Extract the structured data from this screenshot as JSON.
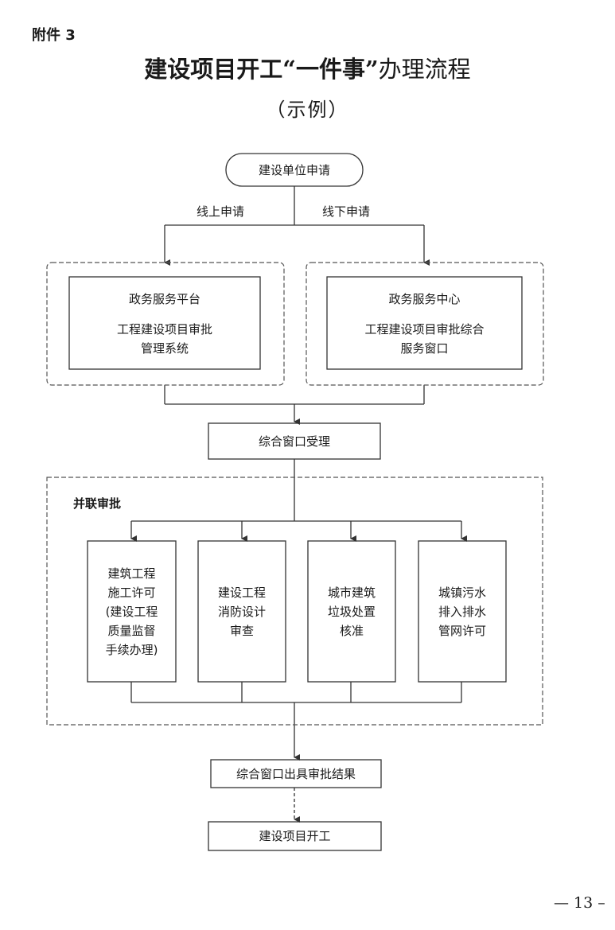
{
  "header": {
    "attachment_label": "附件 3",
    "title_bold": "建设项目开工“一件事”",
    "title_regular": "办理流程",
    "subtitle": "（示例）"
  },
  "flow": {
    "start": "建设单位申请",
    "branch_online": "线上申请",
    "branch_offline": "线下申请",
    "online_box": {
      "line1": "政务服务平台",
      "line2": "工程建设项目审批",
      "line3": "管理系统"
    },
    "offline_box": {
      "line1": "政务服务中心",
      "line2": "工程建设项目审批综合",
      "line3": "服务窗口"
    },
    "accept": "综合窗口受理",
    "parallel_label": "并联审批",
    "parallel_items": [
      {
        "lines": [
          "建筑工程",
          "施工许可",
          "(建设工程",
          "质量监督",
          "手续办理)"
        ]
      },
      {
        "lines": [
          "建设工程",
          "消防设计",
          "审查"
        ]
      },
      {
        "lines": [
          "城市建筑",
          "垃圾处置",
          "核准"
        ]
      },
      {
        "lines": [
          "城镇污水",
          "排入排水",
          "管网许可"
        ]
      }
    ],
    "result": "综合窗口出具审批结果",
    "end": "建设项目开工"
  },
  "footer": {
    "page_number": "— 13 –"
  }
}
